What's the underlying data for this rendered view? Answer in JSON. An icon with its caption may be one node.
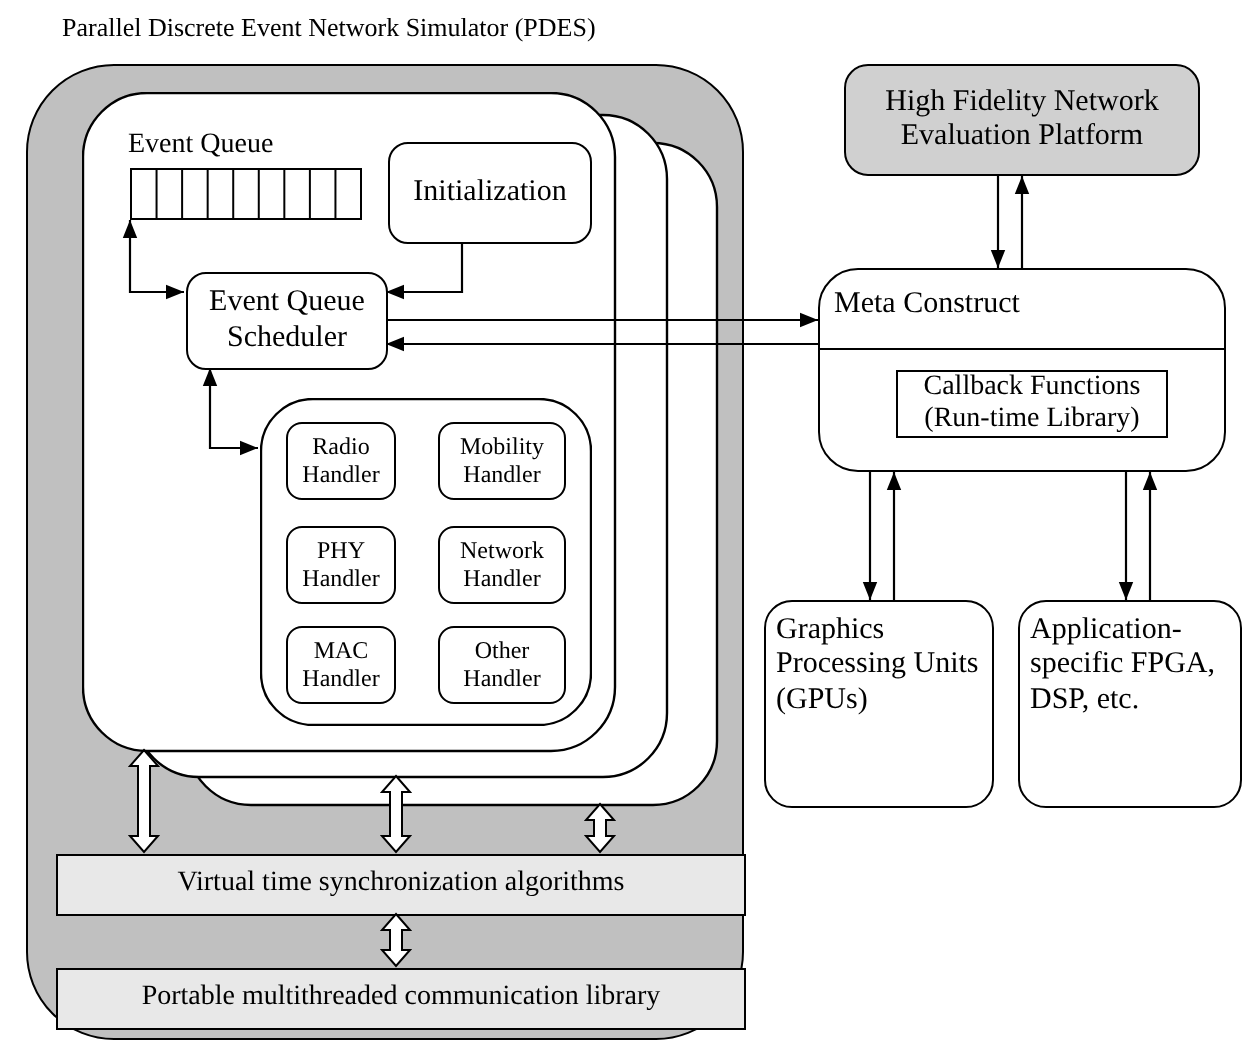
{
  "diagram": {
    "nodes": [
      {
        "text": [
          "Parallel Discrete Event Network Simulator (PDES)"
        ]
      },
      {
        "text": [],
        "shape": "box",
        "in": 0
      },
      {
        "text": [
          "Event Queue"
        ],
        "in": 1
      },
      {
        "text": [
          "Initialization"
        ],
        "in": 1
      },
      {
        "text": [
          "Event Queue Scheduler"
        ],
        "in": 1
      },
      {
        "text": [],
        "shape": "box",
        "in": 1
      },
      {
        "text": [
          "Radio Handler"
        ],
        "in": 5
      },
      {
        "text": [
          "Mobility Handler"
        ],
        "in": 5
      },
      {
        "text": [
          "PHY Handler"
        ],
        "in": 5
      },
      {
        "text": [
          "Network Handler"
        ],
        "in": 5
      },
      {
        "text": [
          "MAC Handler"
        ],
        "in": 5
      },
      {
        "text": [
          "Other Handler"
        ],
        "in": 5
      },
      {
        "text": [
          "Virtual time synchronization algorithms"
        ],
        "in": 0
      },
      {
        "text": [
          "Portable multithreaded communication library"
        ],
        "in": 0
      },
      {
        "text": [
          "High Fidelity Network Evaluation Platform"
        ]
      },
      {
        "text": [
          "Meta Construct"
        ]
      },
      {
        "text": [
          "Callback Functions (Run-time Library)"
        ],
        "in": 15
      },
      {
        "text": [
          "Graphics Processing Units (GPUs)"
        ]
      },
      {
        "text": [
          "Application-specific FPGA, DSP, etc."
        ]
      }
    ],
    "edges": [
      {
        "from": 4,
        "to": 2,
        "arrow": "both"
      },
      {
        "from": 3,
        "to": 4,
        "arrow": "to"
      },
      {
        "from": 4,
        "to": 5,
        "arrow": "both"
      },
      {
        "from": 4,
        "to": 15,
        "arrow": "to"
      },
      {
        "from": 15,
        "to": 4,
        "arrow": "to"
      },
      {
        "from": 14,
        "to": 15,
        "arrow": "to"
      },
      {
        "from": 15,
        "to": 14,
        "arrow": "to"
      },
      {
        "from": 15,
        "to": 17,
        "arrow": "to"
      },
      {
        "from": 17,
        "to": 15,
        "arrow": "to"
      },
      {
        "from": 15,
        "to": 18,
        "arrow": "to"
      },
      {
        "from": 18,
        "to": 15,
        "arrow": "to"
      },
      {
        "from": 1,
        "to": 12,
        "arrow": "both",
        "style": "thick"
      },
      {
        "from": 1,
        "to": 12,
        "arrow": "both",
        "style": "thick"
      },
      {
        "from": 1,
        "to": 12,
        "arrow": "both",
        "style": "thick"
      },
      {
        "from": 12,
        "to": 13,
        "arrow": "both",
        "style": "thick"
      }
    ]
  }
}
